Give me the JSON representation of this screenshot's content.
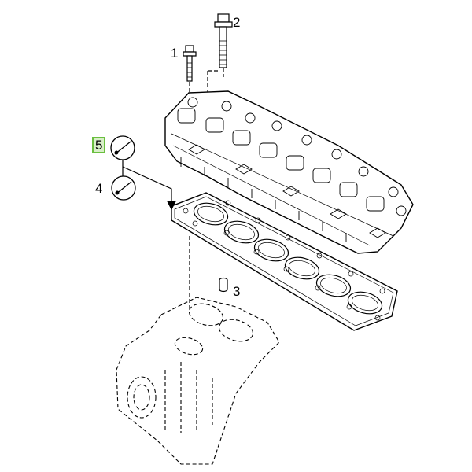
{
  "callouts": {
    "c1": "1",
    "c2": "2",
    "c3": "3",
    "c4": "4",
    "c5": "5"
  },
  "highlight_color": "#6abf3f",
  "icons": [
    "torque-gauge-icon",
    "torque-gauge-icon"
  ]
}
